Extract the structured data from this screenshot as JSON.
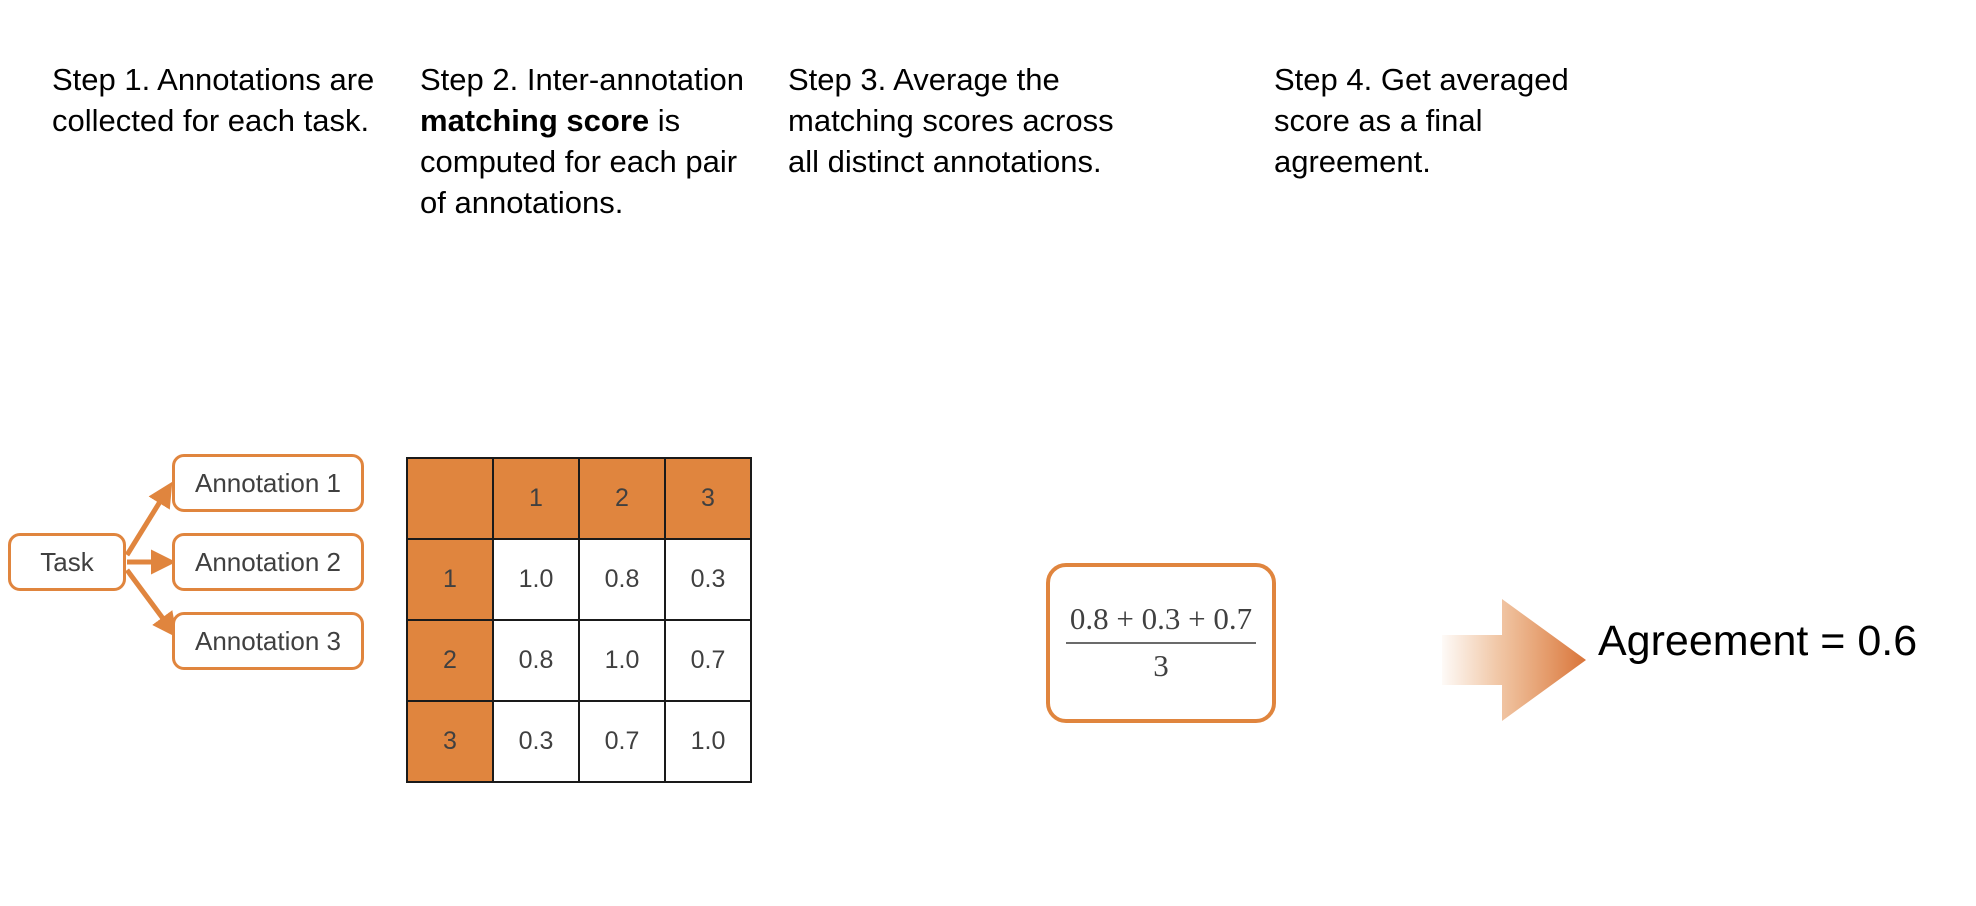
{
  "steps": [
    {
      "id": "step-1",
      "text": "Step 1. Annotations are collected for each task."
    },
    {
      "id": "step-2",
      "text_before": "Step 2. Inter-annotation ",
      "text_bold": "matching score",
      "text_after": " is computed for each pair of annotations."
    },
    {
      "id": "step-3",
      "text": "Step 3. Average the matching scores across all distinct annotations."
    },
    {
      "id": "step-4",
      "text": "Step 4. Get averaged score as a final agreement."
    }
  ],
  "flow": {
    "task_label": "Task",
    "annotations": [
      {
        "label": "Annotation 1"
      },
      {
        "label": "Annotation 2"
      },
      {
        "label": "Annotation 3"
      }
    ]
  },
  "chart_data": {
    "type": "table",
    "title": "Inter-annotation matching score matrix",
    "corner_label": "",
    "columns": [
      "1",
      "2",
      "3"
    ],
    "rows": [
      "1",
      "2",
      "3"
    ],
    "values": [
      [
        "1.0",
        "0.8",
        "0.3"
      ],
      [
        "0.8",
        "1.0",
        "0.7"
      ],
      [
        "0.3",
        "0.7",
        "1.0"
      ]
    ],
    "header_color": "#E0853E",
    "cell_color": "#FFFFFF",
    "grid": true
  },
  "formula": {
    "numerator": "0.8 + 0.3 + 0.7",
    "denominator": "3"
  },
  "result": {
    "label": "Agreement = 0.6"
  },
  "colors": {
    "accent_orange": "#E0853E",
    "text_dark": "#404040",
    "grid_black": "#1A1A1A"
  }
}
